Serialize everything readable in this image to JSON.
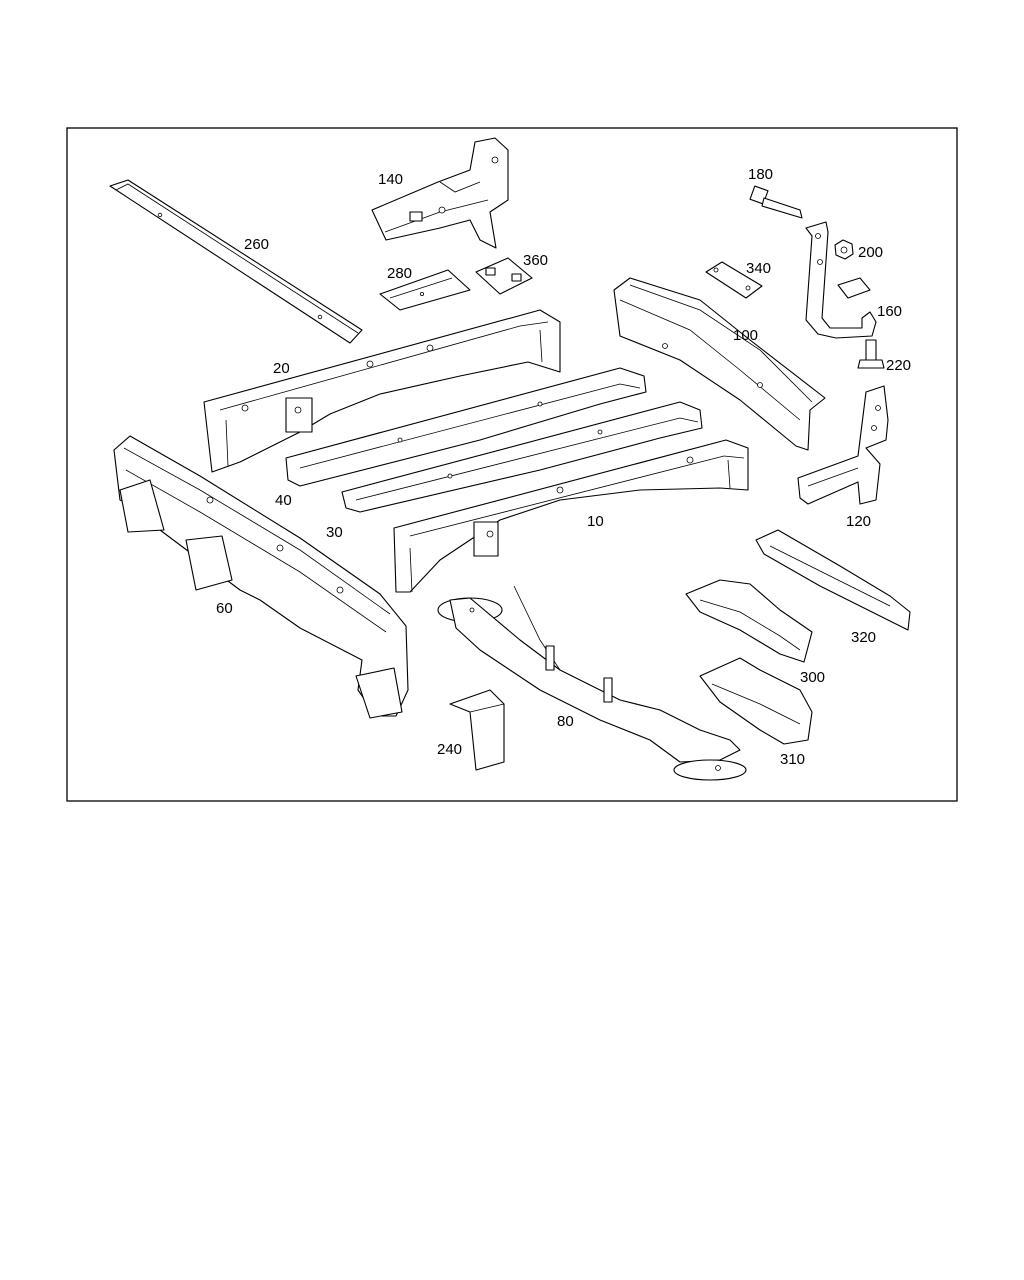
{
  "parts": [
    {
      "id": "p260",
      "label": "260"
    },
    {
      "id": "p140",
      "label": "140"
    },
    {
      "id": "p180",
      "label": "180"
    },
    {
      "id": "p200",
      "label": "200"
    },
    {
      "id": "p160",
      "label": "160"
    },
    {
      "id": "p280",
      "label": "280"
    },
    {
      "id": "p360",
      "label": "360"
    },
    {
      "id": "p340",
      "label": "340"
    },
    {
      "id": "p100",
      "label": "100"
    },
    {
      "id": "p220",
      "label": "220"
    },
    {
      "id": "p20",
      "label": "20"
    },
    {
      "id": "p40",
      "label": "40"
    },
    {
      "id": "p30",
      "label": "30"
    },
    {
      "id": "p10",
      "label": "10"
    },
    {
      "id": "p120",
      "label": "120"
    },
    {
      "id": "p60",
      "label": "60"
    },
    {
      "id": "p320",
      "label": "320"
    },
    {
      "id": "p300",
      "label": "300"
    },
    {
      "id": "p80",
      "label": "80"
    },
    {
      "id": "p240",
      "label": "240"
    },
    {
      "id": "p310",
      "label": "310"
    }
  ]
}
